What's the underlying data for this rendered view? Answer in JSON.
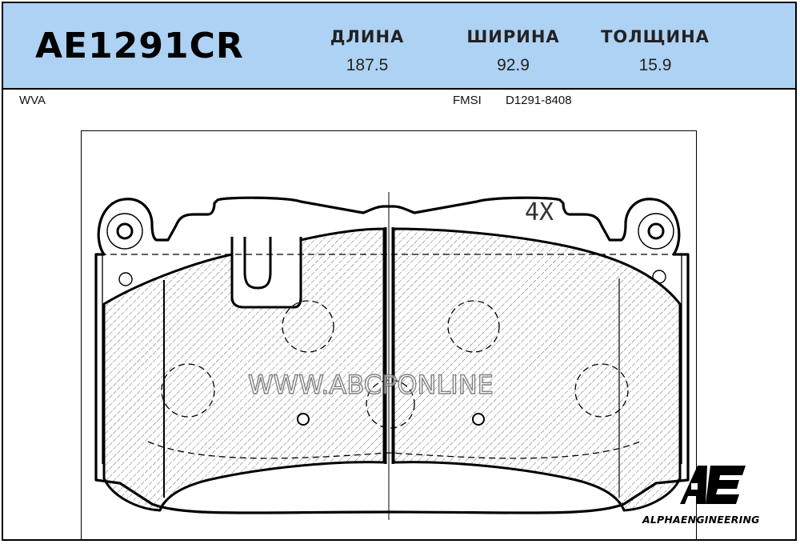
{
  "header": {
    "code": "AE1291CR",
    "columns": [
      {
        "label": "ДЛИНА",
        "value": "187.5"
      },
      {
        "label": "ШИРИНА",
        "value": "92.9"
      },
      {
        "label": "ТОЛЩИНА",
        "value": "15.9"
      }
    ]
  },
  "info": {
    "wva": "WVA",
    "fmsi_label": "FMSI",
    "fmsi_value": "D1291-8408"
  },
  "drawing": {
    "quantity_note": "4X",
    "watermark": "WWW.ABCPONLINE"
  },
  "brand": {
    "logo_text": "AE",
    "name": "ALPHAENGINEERING"
  },
  "colors": {
    "header_bg": "#aed2f4",
    "line": "#000000"
  }
}
